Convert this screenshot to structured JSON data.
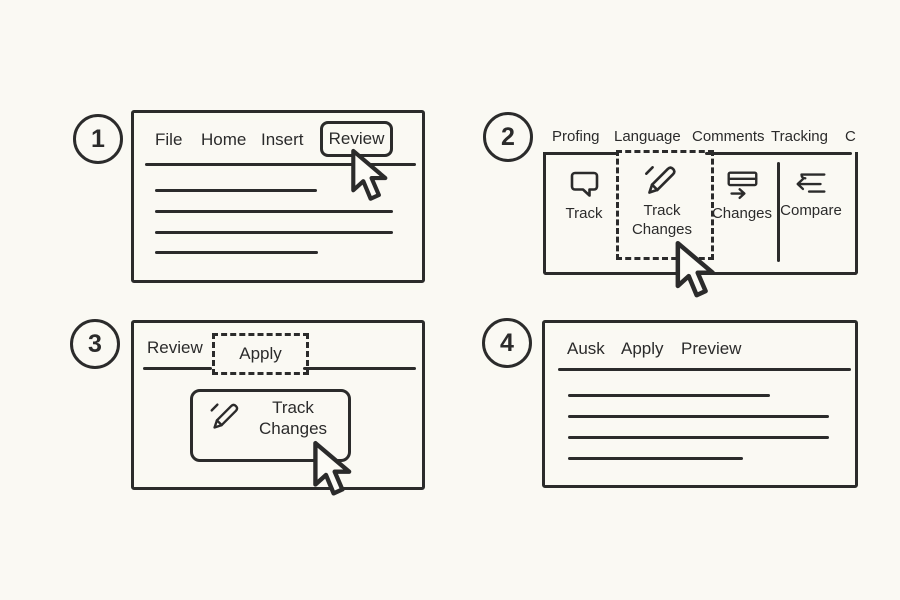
{
  "colors": {
    "ink": "#2b2b2b",
    "bg": "#faf9f3"
  },
  "step1": {
    "number": "1",
    "tabs": {
      "file": "File",
      "home": "Home",
      "insert": "Insert",
      "review": "Review"
    }
  },
  "step2": {
    "number": "2",
    "group_labels": {
      "proofing": "Profing",
      "language": "Language",
      "comments": "Comments",
      "tracking": "Tracking",
      "truncated": "C"
    },
    "buttons": {
      "track": "Track",
      "track_changes_line1": "Track",
      "track_changes_line2": "Changes",
      "changes": "Changes",
      "compare": "Compare"
    }
  },
  "step3": {
    "number": "3",
    "review_tab": "Review",
    "apply_tab": "Apply",
    "button_line1": "Track",
    "button_line2": "Changes"
  },
  "step4": {
    "number": "4",
    "tabs": {
      "ausk": "Ausk",
      "apply": "Apply",
      "preview": "Preview"
    }
  }
}
